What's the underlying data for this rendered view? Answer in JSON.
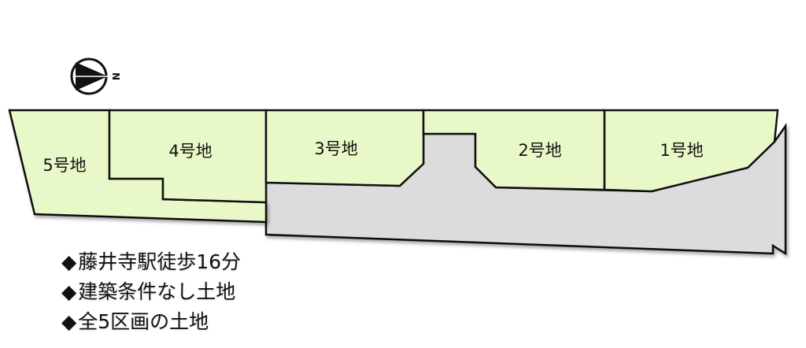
{
  "compass": {
    "icon": "north-arrow-icon",
    "letter": "N"
  },
  "plots": [
    {
      "id": "plot-5",
      "label": "5号地"
    },
    {
      "id": "plot-4",
      "label": "4号地"
    },
    {
      "id": "plot-3",
      "label": "3号地"
    },
    {
      "id": "plot-2",
      "label": "2号地"
    },
    {
      "id": "plot-1",
      "label": "1号地"
    }
  ],
  "notes": [
    {
      "bullet": "◆",
      "text": "藤井寺駅徒歩16分"
    },
    {
      "bullet": "◆",
      "text": "建築条件なし土地"
    },
    {
      "bullet": "◆",
      "text": "全5区画の土地"
    }
  ],
  "colors": {
    "lot_fill": "#e9f8c9",
    "road_fill": "#dcdcdc",
    "outline": "#111111"
  }
}
